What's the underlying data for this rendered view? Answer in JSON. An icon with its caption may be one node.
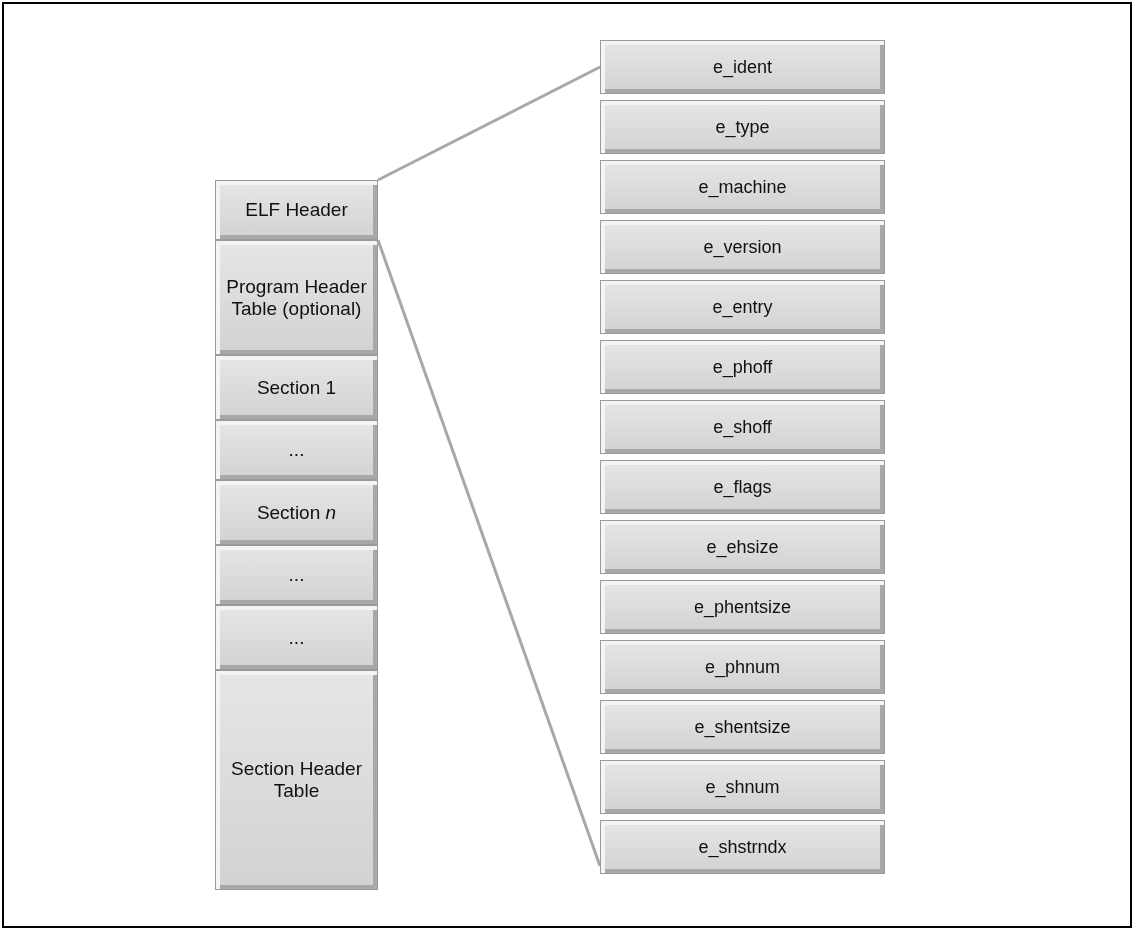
{
  "diagram": {
    "nodes": [
      {
        "text": [
          "ELF Header"
        ]
      },
      {
        "text": [
          "Program Header Table (optional)"
        ]
      },
      {
        "text": [
          "Section 1"
        ]
      },
      {
        "text": [
          "..."
        ]
      },
      {
        "text": [
          "Section *n*"
        ]
      },
      {
        "text": [
          "..."
        ]
      },
      {
        "text": [
          "..."
        ]
      },
      {
        "text": [
          "Section Header Table"
        ]
      },
      {
        "text": [
          "e_ident"
        ]
      },
      {
        "text": [
          "e_type"
        ]
      },
      {
        "text": [
          "e_machine"
        ]
      },
      {
        "text": [
          "e_version"
        ]
      },
      {
        "text": [
          "e_entry"
        ]
      },
      {
        "text": [
          "e_phoff"
        ]
      },
      {
        "text": [
          "e_shoff"
        ]
      },
      {
        "text": [
          "e_flags"
        ]
      },
      {
        "text": [
          "e_ehsize"
        ]
      },
      {
        "text": [
          "e_phentsize"
        ]
      },
      {
        "text": [
          "e_phnum"
        ]
      },
      {
        "text": [
          "e_shentsize"
        ]
      },
      {
        "text": [
          "e_shnum"
        ]
      },
      {
        "text": [
          "e_shstrndx"
        ]
      }
    ],
    "edges": [
      {
        "from": 0,
        "to": 8,
        "arrow": "none"
      },
      {
        "from": 0,
        "to": 21,
        "arrow": "none"
      }
    ]
  }
}
